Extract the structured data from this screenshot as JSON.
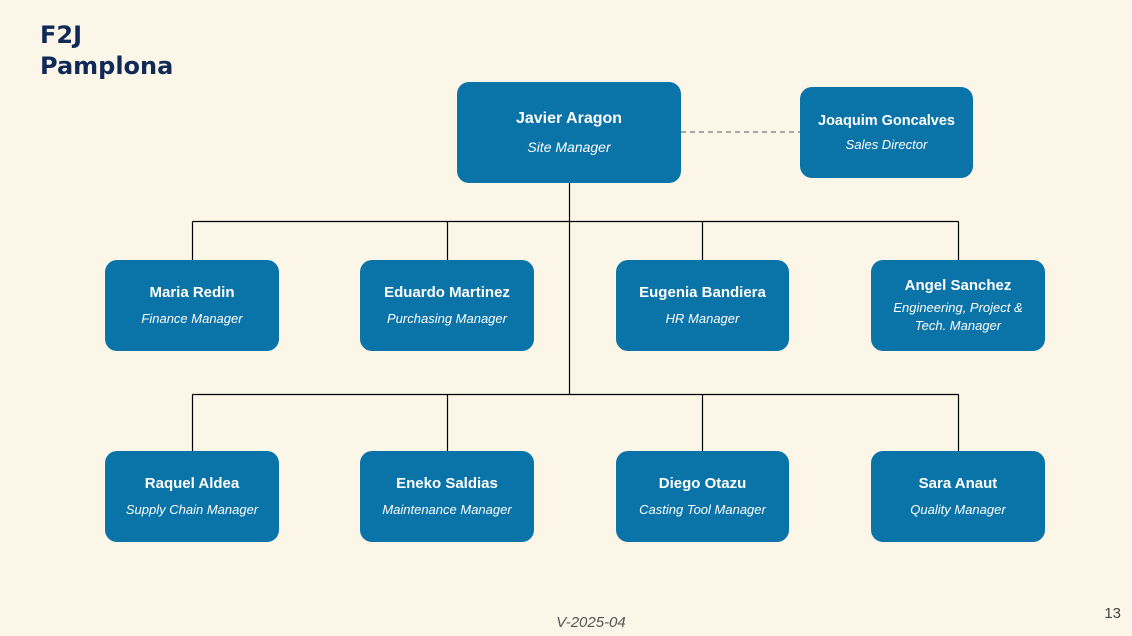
{
  "header": {
    "line1": "F2J",
    "line2": "Pamplona"
  },
  "colors": {
    "background": "#fcf6e9",
    "card": "#0a73a8",
    "title": "#0f2a56",
    "connector": "#000000"
  },
  "top": {
    "name": "Javier Aragon",
    "role": "Site Manager"
  },
  "advisor": {
    "name": "Joaquim Goncalves",
    "role": "Sales Director"
  },
  "row1": [
    {
      "name": "Maria Redin",
      "role": "Finance Manager"
    },
    {
      "name": "Eduardo Martinez",
      "role": "Purchasing Manager"
    },
    {
      "name": "Eugenia Bandiera",
      "role": "HR Manager"
    },
    {
      "name": "Angel Sanchez",
      "role": "Engineering, Project & Tech. Manager"
    }
  ],
  "row2": [
    {
      "name": "Raquel Aldea",
      "role": "Supply Chain Manager"
    },
    {
      "name": "Eneko Saldias",
      "role": "Maintenance Manager"
    },
    {
      "name": "Diego Otazu",
      "role": "Casting Tool Manager"
    },
    {
      "name": "Sara Anaut",
      "role": "Quality Manager"
    }
  ],
  "footer": {
    "version": "V-2025-04",
    "page_number": "13"
  }
}
